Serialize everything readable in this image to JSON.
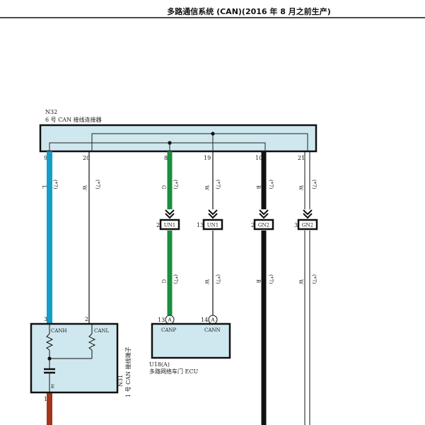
{
  "header": {
    "title": "多路通信系统 (CAN)(2016 年 8 月之前生产)"
  },
  "colors": {
    "connector_fill": "#cfe8ef",
    "wire_L": "#159ec8",
    "wire_G": "#1b8f3d",
    "wire_B": "#111111",
    "wire_R": "#a4341a",
    "ecu_fill": "#cfe8ef"
  },
  "connector_n32": {
    "code": "N32",
    "name": "6 号 CAN 接线连接器",
    "pins": [
      "9",
      "20",
      "8",
      "19",
      "10",
      "21"
    ]
  },
  "wires": {
    "w1": {
      "color_code": "L",
      "note": "(*7)"
    },
    "w2": {
      "color_code": "W",
      "note": "(*7)"
    },
    "w3": {
      "color_code": "G",
      "note": "(*7)"
    },
    "w4": {
      "color_code": "W",
      "note": "(*7)"
    },
    "w5": {
      "color_code": "B",
      "note": "(*7)"
    },
    "w6": {
      "color_code": "W",
      "note": "(*7)"
    },
    "w3_lower": {
      "color_code": "G",
      "note": "(*7)"
    },
    "w4_lower": {
      "color_code": "W",
      "note": "(*7)"
    },
    "w5_lower": {
      "color_code": "B",
      "note": "(*7)"
    },
    "w6_lower": {
      "color_code": "W",
      "note": "(*7)"
    }
  },
  "junctions": [
    {
      "pin": "2",
      "label": "UN1"
    },
    {
      "pin": "13",
      "label": "UN1"
    },
    {
      "pin": "2",
      "label": "GN2"
    },
    {
      "pin": "3",
      "label": "GN2"
    }
  ],
  "connector_n31": {
    "code": "N31",
    "name": "1 号 CAN 接线端子",
    "pins_top": [
      "3",
      "2"
    ],
    "canh": "CANH",
    "canl": "CANL",
    "e": "E",
    "pin_bottom": "1"
  },
  "ecu_u18": {
    "code": "U18(A)",
    "name": "多路网络车门 ECU",
    "pin_a1": "13",
    "pin_a2": "14",
    "letter": "A",
    "canp": "CANP",
    "cann": "CANN"
  }
}
